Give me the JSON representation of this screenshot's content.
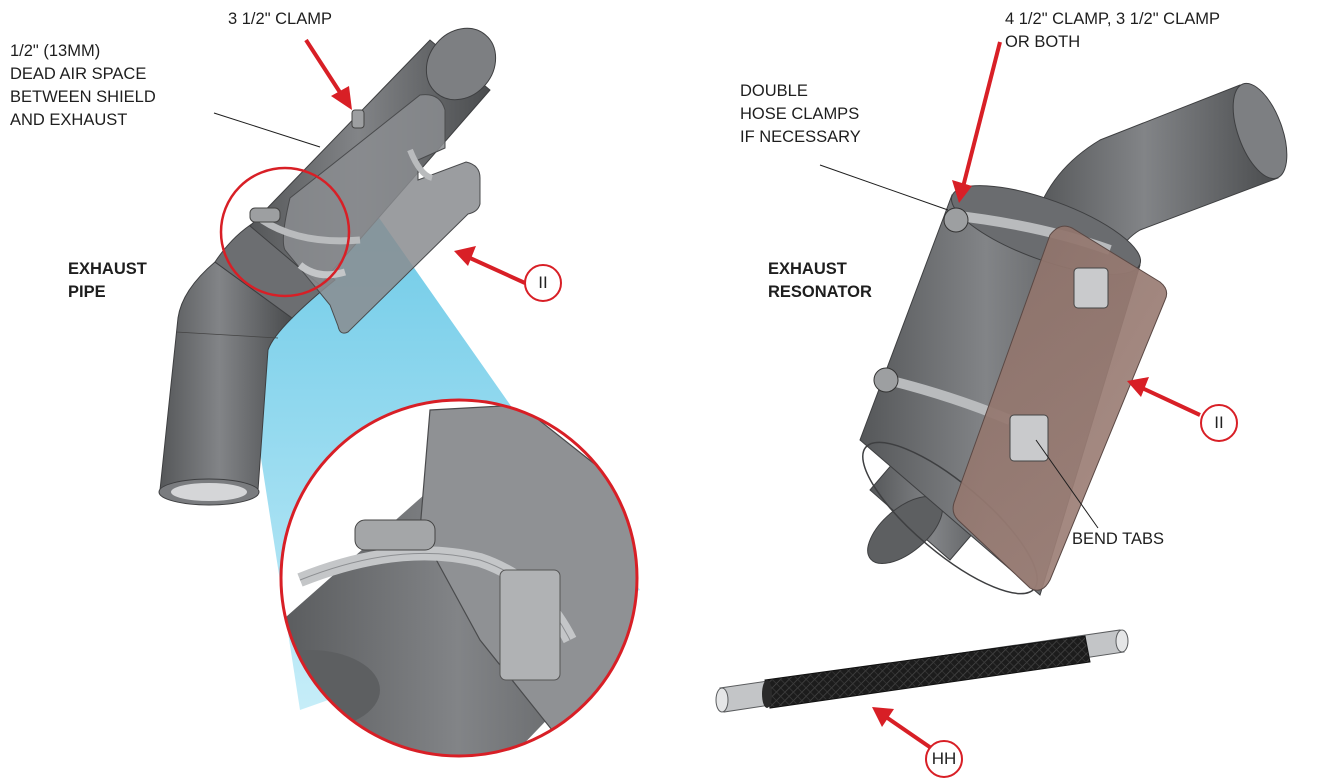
{
  "labels": {
    "clamp_left": "3 1/2\" CLAMP",
    "dead_air": [
      "1/2\" (13MM)",
      "DEAD AIR SPACE",
      "BETWEEN SHIELD",
      "AND EXHAUST"
    ],
    "exhaust_pipe": [
      "EXHAUST",
      "PIPE"
    ],
    "clamp_right": [
      "4 1/2\" CLAMP, 3 1/2\" CLAMP",
      "OR BOTH"
    ],
    "double_hose": [
      "DOUBLE",
      "HOSE CLAMPS",
      "IF NECESSARY"
    ],
    "exhaust_resonator": [
      "EXHAUST",
      "RESONATOR"
    ],
    "bend_tabs": "BEND TABS"
  },
  "callouts": {
    "shield_left": "II",
    "shield_right": "II",
    "sleeve": "HH"
  },
  "colors": {
    "arrow_red": "#d81f26",
    "pipe_gray": "#6f7174",
    "shield_gray": "#8a8c8f",
    "shield_copper": "#9a7d74",
    "zoom_blue": "#6fd0ee",
    "sleeve_black": "#1c1c1c"
  }
}
